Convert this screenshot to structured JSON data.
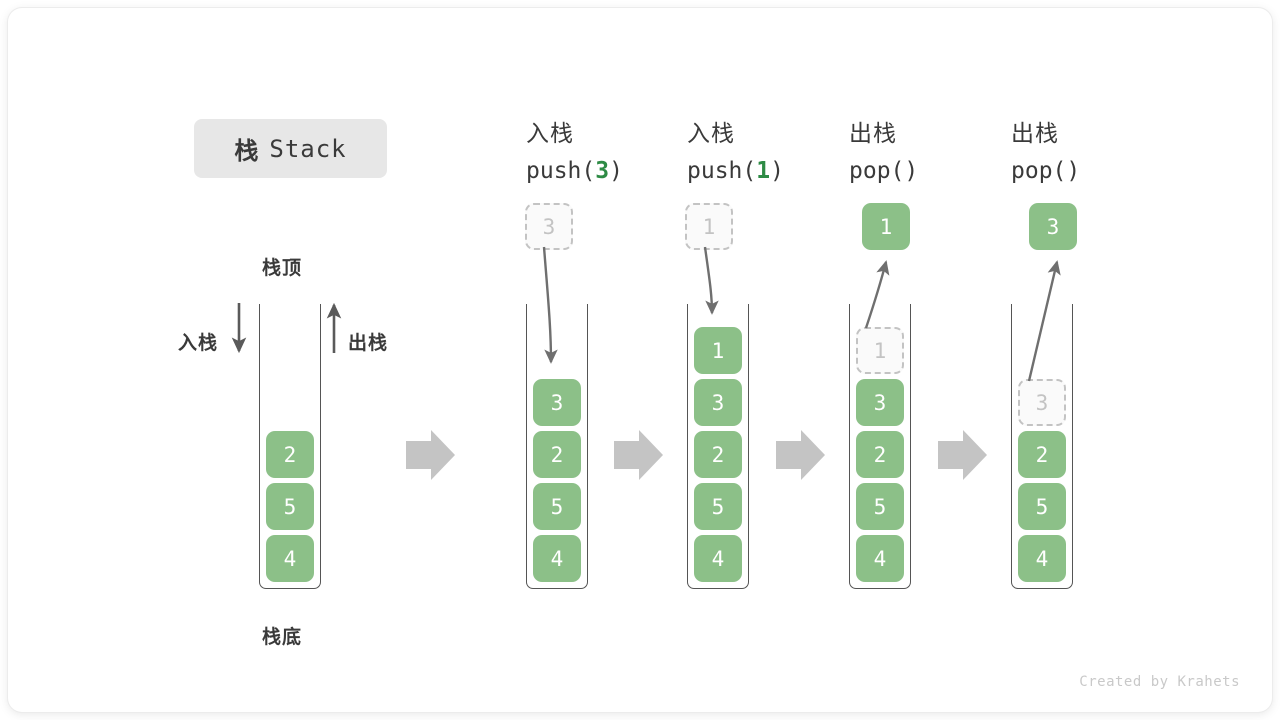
{
  "title": {
    "cn": "栈",
    "en": "Stack"
  },
  "labels": {
    "top": "栈顶",
    "bottom": "栈底",
    "push_side": "入栈",
    "pop_side": "出栈"
  },
  "watermark": "Created by Krahets",
  "colors": {
    "element_green": "#8cc088",
    "ghost_gray": "#c3c3c3",
    "frame_gray": "#555555",
    "arrow_gray": "#c4c4c4",
    "accent_number_green": "#2e8b45",
    "text_dark": "#3a3a3a",
    "badge_bg": "#e7e7e7"
  },
  "columns": [
    {
      "id": "initial",
      "header_cn": "",
      "header_code_pre": "",
      "header_code_num": "",
      "header_code_post": "",
      "cells": [
        "2",
        "5",
        "4"
      ],
      "ghost_top": null,
      "outside_box": null,
      "outside_box_kind": null
    },
    {
      "id": "push-3",
      "header_cn": "入栈",
      "header_code_pre": "push(",
      "header_code_num": "3",
      "header_code_post": ")",
      "cells": [
        "3",
        "2",
        "5",
        "4"
      ],
      "ghost_top": null,
      "outside_box": "3",
      "outside_box_kind": "ghost"
    },
    {
      "id": "push-1",
      "header_cn": "入栈",
      "header_code_pre": "push(",
      "header_code_num": "1",
      "header_code_post": ")",
      "cells": [
        "1",
        "3",
        "2",
        "5",
        "4"
      ],
      "ghost_top": null,
      "outside_box": "1",
      "outside_box_kind": "ghost"
    },
    {
      "id": "pop-1",
      "header_cn": "出栈",
      "header_code_pre": "pop(",
      "header_code_num": "",
      "header_code_post": ")",
      "cells": [
        "3",
        "2",
        "5",
        "4"
      ],
      "ghost_top": "1",
      "outside_box": "1",
      "outside_box_kind": "filled"
    },
    {
      "id": "pop-3",
      "header_cn": "出栈",
      "header_code_pre": "pop(",
      "header_code_num": "",
      "header_code_post": ")",
      "cells": [
        "2",
        "5",
        "4"
      ],
      "ghost_top": "3",
      "outside_box": "3",
      "outside_box_kind": "filled"
    }
  ]
}
